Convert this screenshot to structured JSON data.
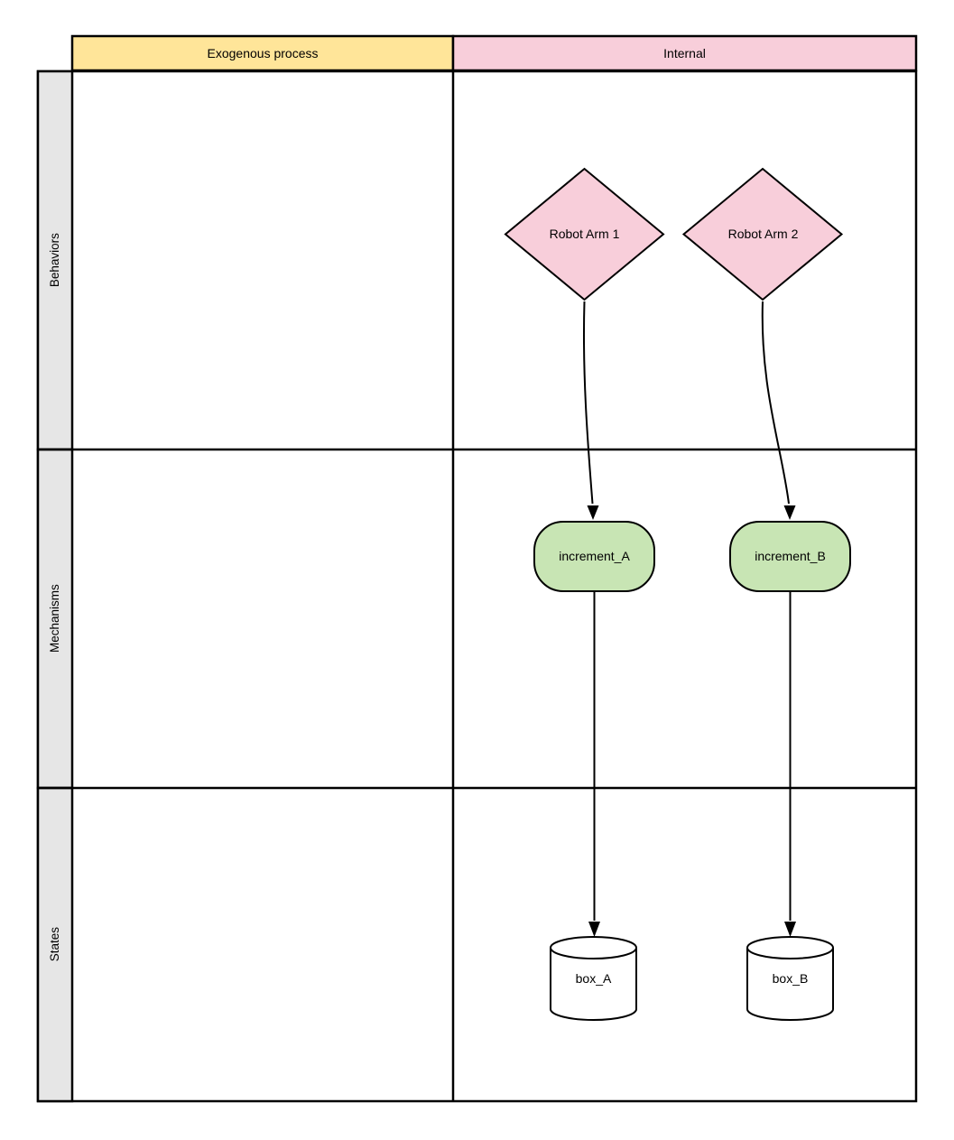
{
  "grid": {
    "column_headers": [
      {
        "label": "Exogenous process",
        "fill": "#FFE599"
      },
      {
        "label": "Internal",
        "fill": "#F8CEDA"
      }
    ],
    "row_headers": [
      {
        "label": "Behaviors",
        "fill": "#E6E6E6"
      },
      {
        "label": "Mechanisms",
        "fill": "#E6E6E6"
      },
      {
        "label": "States",
        "fill": "#E6E6E6"
      }
    ]
  },
  "nodes": {
    "robot_arm_1": {
      "label": "Robot Arm 1",
      "shape": "diamond",
      "row": "Behaviors",
      "column": "Internal",
      "fill": "#F8CEDA"
    },
    "robot_arm_2": {
      "label": "Robot Arm 2",
      "shape": "diamond",
      "row": "Behaviors",
      "column": "Internal",
      "fill": "#F8CEDA"
    },
    "increment_a": {
      "label": "increment_A",
      "shape": "rounded-rectangle",
      "row": "Mechanisms",
      "column": "Internal",
      "fill": "#C8E5B4"
    },
    "increment_b": {
      "label": "increment_B",
      "shape": "rounded-rectangle",
      "row": "Mechanisms",
      "column": "Internal",
      "fill": "#C8E5B4"
    },
    "box_a": {
      "label": "box_A",
      "shape": "cylinder",
      "row": "States",
      "column": "Internal",
      "fill": "#FFFFFF"
    },
    "box_b": {
      "label": "box_B",
      "shape": "cylinder",
      "row": "States",
      "column": "Internal",
      "fill": "#FFFFFF"
    }
  },
  "edges": [
    {
      "from": "Robot Arm 1",
      "to": "increment_A",
      "type": "arrow"
    },
    {
      "from": "Robot Arm 2",
      "to": "increment_B",
      "type": "arrow"
    },
    {
      "from": "increment_A",
      "to": "box_A",
      "type": "arrow"
    },
    {
      "from": "increment_B",
      "to": "box_B",
      "type": "arrow"
    }
  ],
  "colors": {
    "border": "#000000",
    "background": "#FFFFFF",
    "lane_label_bg": "#E6E6E6",
    "header_yellow": "#FFE599",
    "header_pink": "#F8CEDA",
    "node_green": "#C8E5B4"
  }
}
